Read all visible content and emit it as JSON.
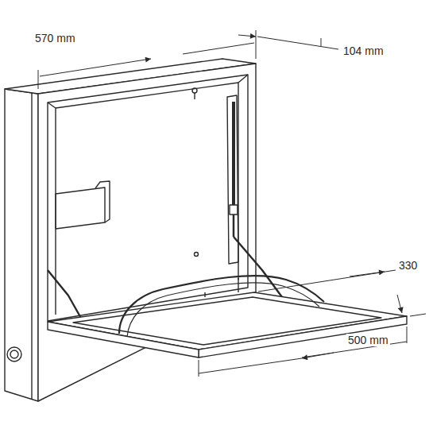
{
  "diagram": {
    "labels": [
      "570 mm",
      "104 mm",
      "330",
      "500 mm"
    ]
  }
}
